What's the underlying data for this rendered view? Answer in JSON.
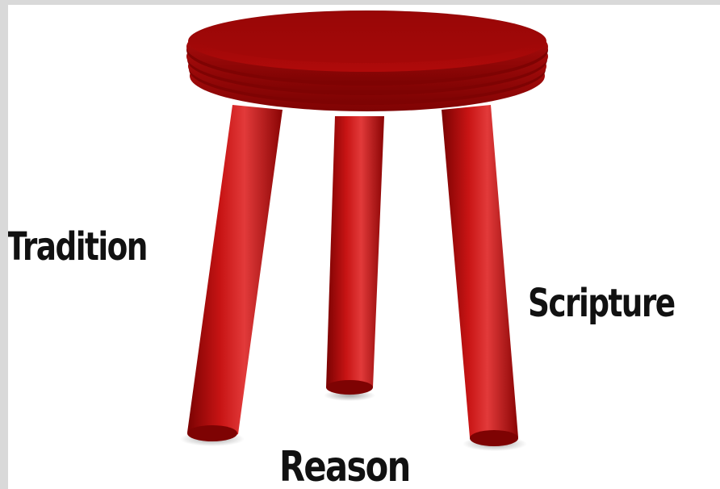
{
  "labels": {
    "tradition": "Tradition",
    "scripture": "Scripture",
    "reason": "Reason"
  },
  "colors": {
    "stool_red": "#b50a0a",
    "stool_dark": "#7a0202",
    "stool_highlight": "#e23a3a",
    "text": "#111111",
    "frame": "#d9d9d9",
    "background": "#ffffff"
  }
}
